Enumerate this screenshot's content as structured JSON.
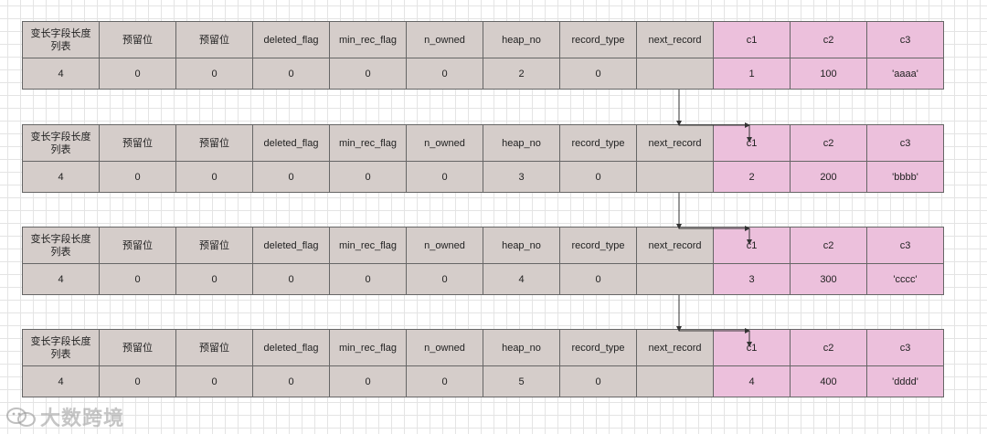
{
  "headers": [
    "变长字段长度列表",
    "预留位",
    "预留位",
    "deleted_flag",
    "min_rec_flag",
    "n_owned",
    "heap_no",
    "record_type",
    "next_record",
    "c1",
    "c2",
    "c3"
  ],
  "records": [
    {
      "values": [
        "4",
        "0",
        "0",
        "0",
        "0",
        "0",
        "2",
        "0",
        "",
        "1",
        "100",
        "'aaaa'"
      ]
    },
    {
      "values": [
        "4",
        "0",
        "0",
        "0",
        "0",
        "0",
        "3",
        "0",
        "",
        "2",
        "200",
        "'bbbb'"
      ]
    },
    {
      "values": [
        "4",
        "0",
        "0",
        "0",
        "0",
        "0",
        "4",
        "0",
        "",
        "3",
        "300",
        "'cccc'"
      ]
    },
    {
      "values": [
        "4",
        "0",
        "0",
        "0",
        "0",
        "0",
        "5",
        "0",
        "",
        "4",
        "400",
        "'dddd'"
      ]
    }
  ],
  "watermark": {
    "text": "大数跨境",
    "logo_icon": "wechat-logo-icon"
  },
  "colors": {
    "meta_cell": "#d5cdca",
    "data_cell": "#ecc0dc",
    "border": "#666666",
    "arrow": "#333333"
  }
}
